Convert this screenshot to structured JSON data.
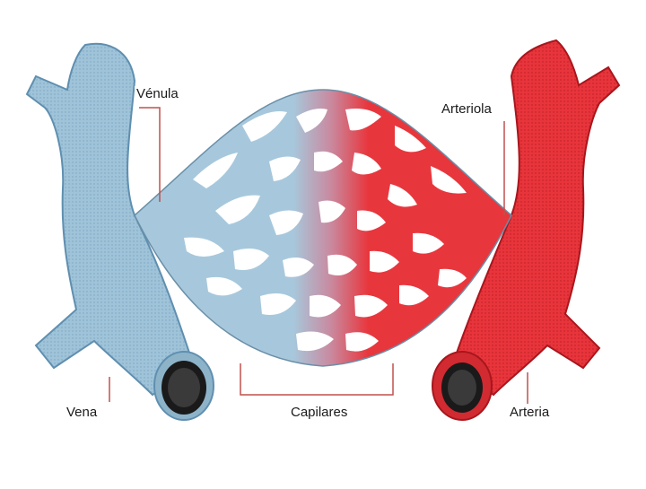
{
  "labels": {
    "venule": "Vénula",
    "arteriole": "Arteriola",
    "vein": "Vena",
    "capillaries": "Capilares",
    "artery": "Arteria"
  },
  "colors": {
    "vein_fill": "#9fc3d8",
    "vein_dark": "#5f8fb0",
    "artery_fill": "#e8343b",
    "artery_dark": "#a8161d",
    "mixed": "#c98aa0",
    "leader_vein": "#c0504d",
    "leader_artery": "#c0504d",
    "lumen_dark": "#1a1a1a"
  }
}
